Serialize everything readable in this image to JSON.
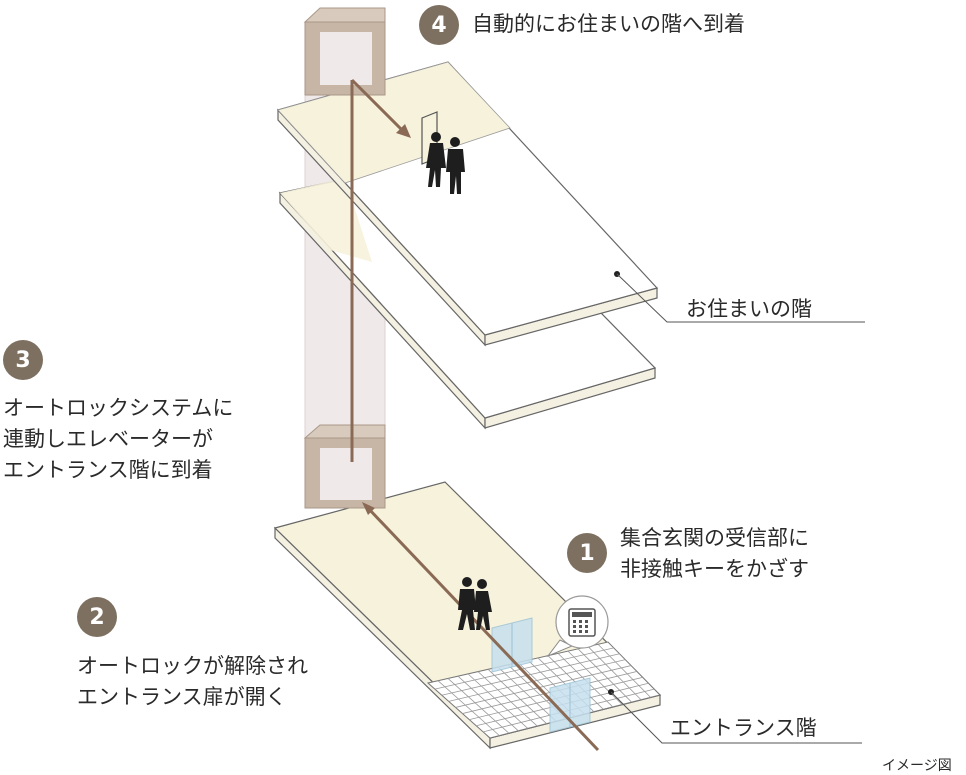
{
  "steps": [
    {
      "number": "1",
      "lines": [
        "集合玄関の受信部に",
        "非接触キーをかざす"
      ]
    },
    {
      "number": "2",
      "lines": [
        "オートロックが解除され",
        "エントランス扉が開く"
      ]
    },
    {
      "number": "3",
      "lines": [
        "オートロックシステムに",
        "連動しエレベーターが",
        "エントランス階に到着"
      ]
    },
    {
      "number": "4",
      "lines": [
        "自動的にお住まいの階へ到着"
      ]
    }
  ],
  "labels": {
    "residence_floor": "お住まいの階",
    "entrance_floor": "エントランス階"
  },
  "note": "イメージ図",
  "colors": {
    "badge": "#7d7060",
    "floor_cream": "#f6f2dc",
    "elevator_car": "#c7b6a6",
    "path_line": "#8a6a55",
    "glass": "#c6e0ee"
  }
}
